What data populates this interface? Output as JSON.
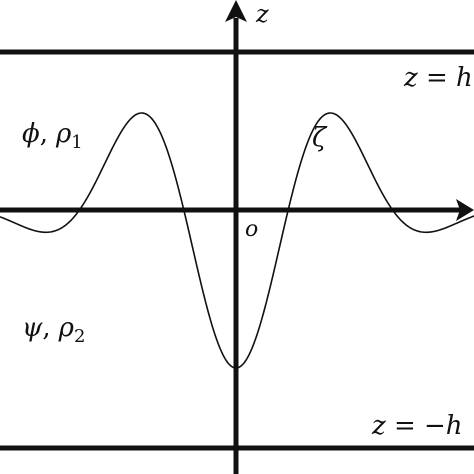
{
  "labels": {
    "z_axis": "z",
    "origin": "o",
    "top_boundary": "z = h",
    "bottom_boundary": "z = −h",
    "upper_fluid_potential": "ϕ",
    "upper_fluid_density_symbol": "ρ",
    "upper_fluid_density_index": "1",
    "lower_fluid_potential": "ψ",
    "lower_fluid_density_symbol": "ρ",
    "lower_fluid_density_index": "2",
    "separator": ",",
    "interface": "ζ"
  },
  "colors": {
    "line": "#111111",
    "background": "#ffffff"
  }
}
